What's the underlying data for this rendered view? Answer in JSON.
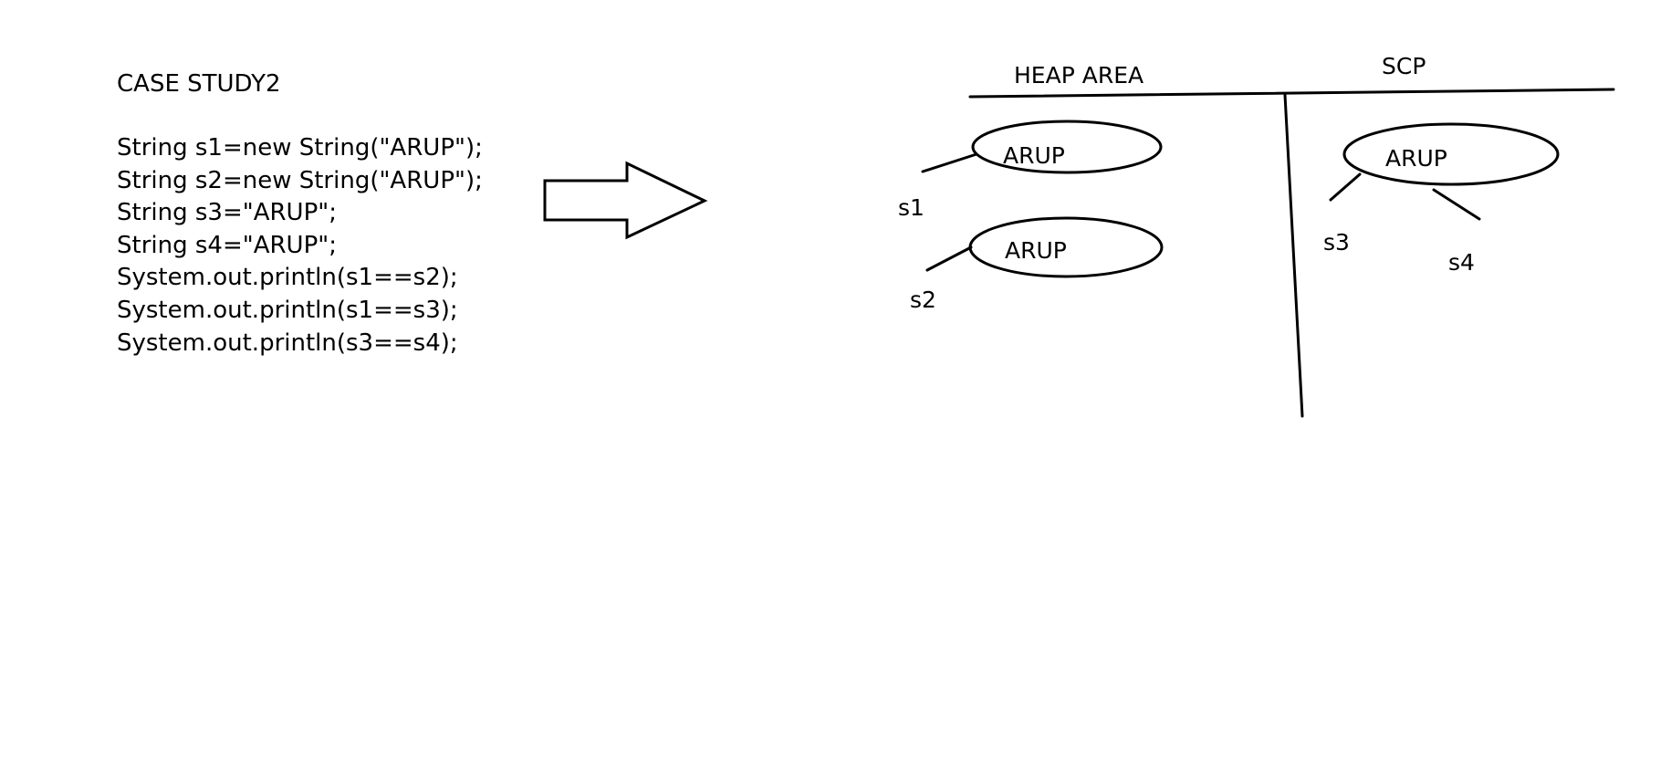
{
  "case_title": "CASE STUDY2",
  "code_lines": [
    "String s1=new String(\"ARUP\");",
    "String s2=new String(\"ARUP\");",
    "String s3=\"ARUP\";",
    "String s4=\"ARUP\";",
    "System.out.println(s1==s2);",
    "System.out.println(s1==s3);",
    "System.out.println(s3==s4);"
  ],
  "diagram": {
    "heap_label": "HEAP AREA",
    "scp_label": "SCP",
    "heap_objects": [
      "ARUP",
      "ARUP"
    ],
    "scp_objects": [
      "ARUP"
    ],
    "references": [
      "s1",
      "s2",
      "s3",
      "s4"
    ]
  }
}
